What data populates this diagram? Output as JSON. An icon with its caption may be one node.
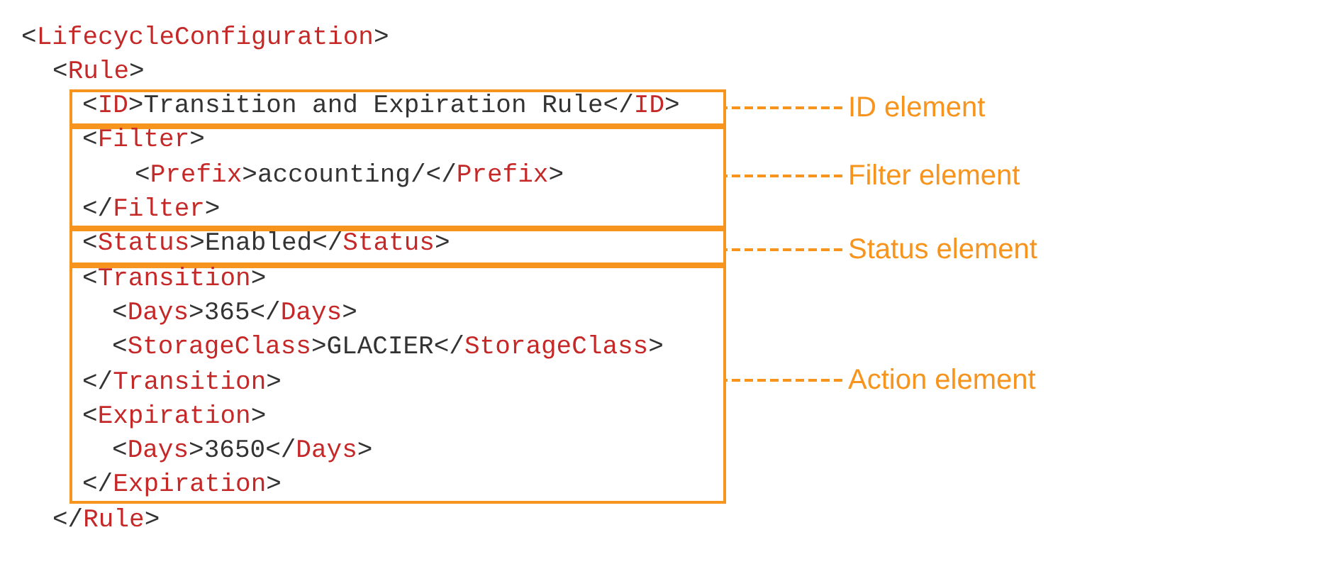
{
  "diagram": {
    "nodes": [
      {
        "text": [
          "<ID>Transition and Expiration Rule</ID>"
        ]
      },
      {
        "text": [
          "<Filter>",
          "<Prefix>accounting/</Prefix>",
          "</Filter>"
        ]
      },
      {
        "text": [
          "<Status>Enabled</Status>"
        ]
      },
      {
        "text": [
          "<Transition>",
          "<Days>365</Days>",
          "<StorageClass>GLACIER</StorageClass>",
          "</Transition>",
          "<Expiration>",
          "<Days>3650</Days>",
          "</Expiration>"
        ]
      },
      {
        "text": [
          "ID element"
        ]
      },
      {
        "text": [
          "Filter element"
        ]
      },
      {
        "text": [
          "Status element"
        ]
      },
      {
        "text": [
          "Action element"
        ]
      }
    ],
    "edges": [
      {
        "from": 4,
        "to": 0,
        "arrow": "none",
        "style": "dashed"
      },
      {
        "from": 5,
        "to": 1,
        "arrow": "none",
        "style": "dashed"
      },
      {
        "from": 6,
        "to": 2,
        "arrow": "none",
        "style": "dashed"
      },
      {
        "from": 7,
        "to": 3,
        "arrow": "none",
        "style": "dashed"
      }
    ],
    "labels": [
      "<LifecycleConfiguration>",
      "<Rule>",
      "</Rule>"
    ]
  }
}
